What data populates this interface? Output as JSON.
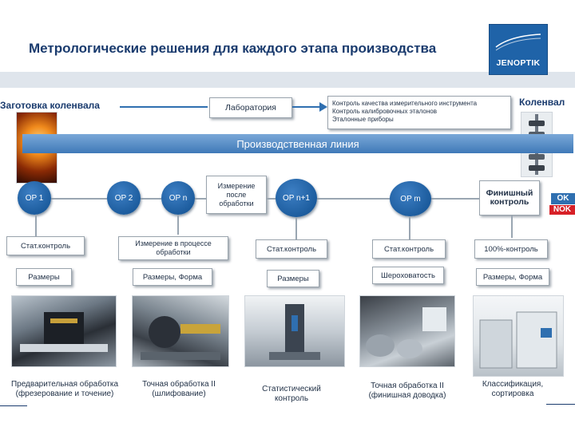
{
  "title": "Метрологические решения для каждого этапа производства",
  "brand": "JENOPTIK",
  "header": {
    "crankshaft_blank": "Заготовка коленвала",
    "laboratory": "Лаборатория",
    "lab_desc_1": "Контроль качества измерительного инструмента",
    "lab_desc_2": "Контроль калибровочных эталонов",
    "lab_desc_3": "Эталонные приборы",
    "crankshaft": "Коленвал"
  },
  "production_line": "Производственная линия",
  "ops": {
    "op1": "OP 1",
    "op2": "OP 2",
    "opn": "OP n",
    "post_measure": "Измерение после обработки",
    "opn1": "OP n+1",
    "opm": "OP m",
    "final_control": "Финишный контроль",
    "ok": "OK",
    "nok": "NOK"
  },
  "controls": {
    "c1a": "Стат.контроль",
    "c1b": "Размеры",
    "c2a": "Измерение в процессе обработки",
    "c2b": "Размеры, Форма",
    "c3a": "Стат.контроль",
    "c3b": "Размеры",
    "c4a": "Стат.контроль",
    "c4b": "Шероховатость",
    "c5a": "100%-контроль",
    "c5b": "Размеры, Форма"
  },
  "captions": {
    "cap1": "Предварительная обработка (фрезерование и точение)",
    "cap2": "Точная обработка II (шлифование)",
    "cap3": "Статистический контроль",
    "cap4": "Точная обработка II (финишная доводка)",
    "cap5": "Классификация, сортировка"
  },
  "colors": {
    "accent": "#1f63a8",
    "line": "#5a8ec7",
    "ok": "#2f6fb0",
    "nok": "#d72027"
  }
}
